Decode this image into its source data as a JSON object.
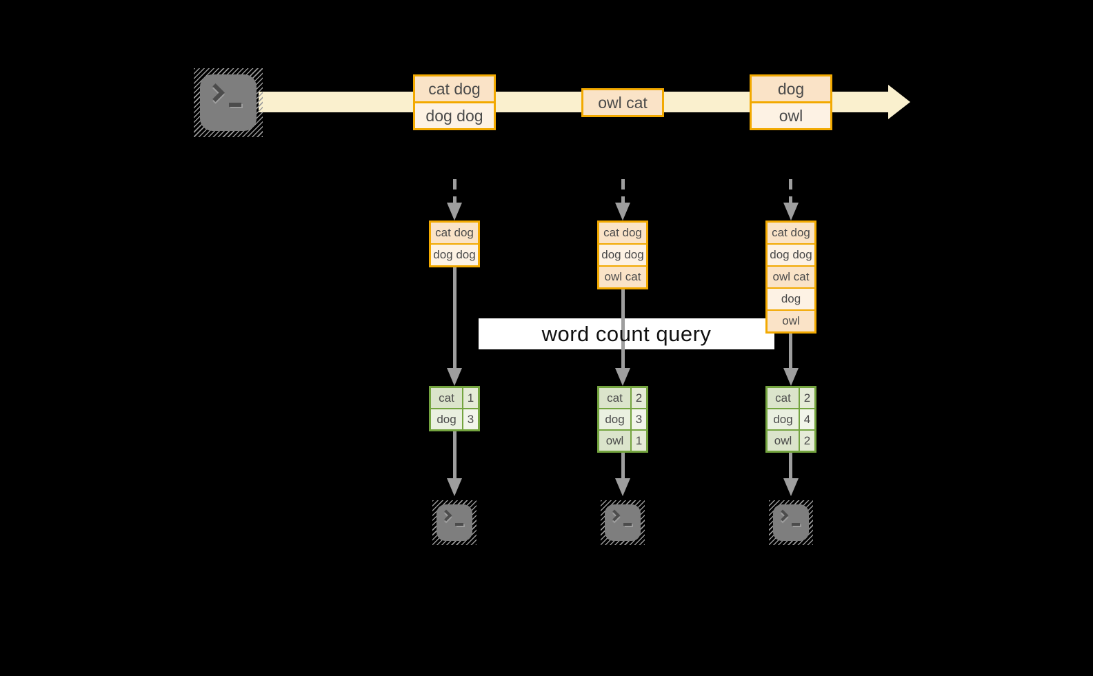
{
  "query_label": "word count query",
  "stream_events": [
    [
      "cat dog",
      "dog dog"
    ],
    [
      "owl cat"
    ],
    [
      "dog",
      "owl"
    ]
  ],
  "state_boxes": [
    [
      "cat dog",
      "dog dog"
    ],
    [
      "cat dog",
      "dog dog",
      "owl cat"
    ],
    [
      "cat dog",
      "dog dog",
      "owl cat",
      "dog",
      "owl"
    ]
  ],
  "result_tables": [
    [
      [
        "cat",
        "1"
      ],
      [
        "dog",
        "3"
      ]
    ],
    [
      [
        "cat",
        "2"
      ],
      [
        "dog",
        "3"
      ],
      [
        "owl",
        "1"
      ]
    ],
    [
      [
        "cat",
        "2"
      ],
      [
        "dog",
        "4"
      ],
      [
        "owl",
        "2"
      ]
    ]
  ],
  "icons": {
    "source": "terminal-icon",
    "outputs": [
      "terminal-icon",
      "terminal-icon",
      "terminal-icon"
    ],
    "stream": "right-arrow",
    "ingest": "dashed-down-arrow",
    "emit": "solid-down-arrow"
  },
  "colors": {
    "background": "#000000",
    "stream_band": "#FAF0CE",
    "gold_border": "#F2A900",
    "peach_dark": "#FAE3C7",
    "peach_light": "#FDF2E4",
    "green_border": "#74A43F",
    "green_cell_dark": "#DBE4CB",
    "green_cell_dark_count": "#E5EBD7",
    "green_cell_light": "#EAF0E0",
    "green_cell_light_count": "#F2F5EB",
    "arrow_gray": "#9E9E9E",
    "terminal_gray": "#7E7E7E",
    "glyph_dark": "#4C4C4C",
    "query_bar": "#FFFFFF",
    "text_dark": "#4A4A4A"
  }
}
